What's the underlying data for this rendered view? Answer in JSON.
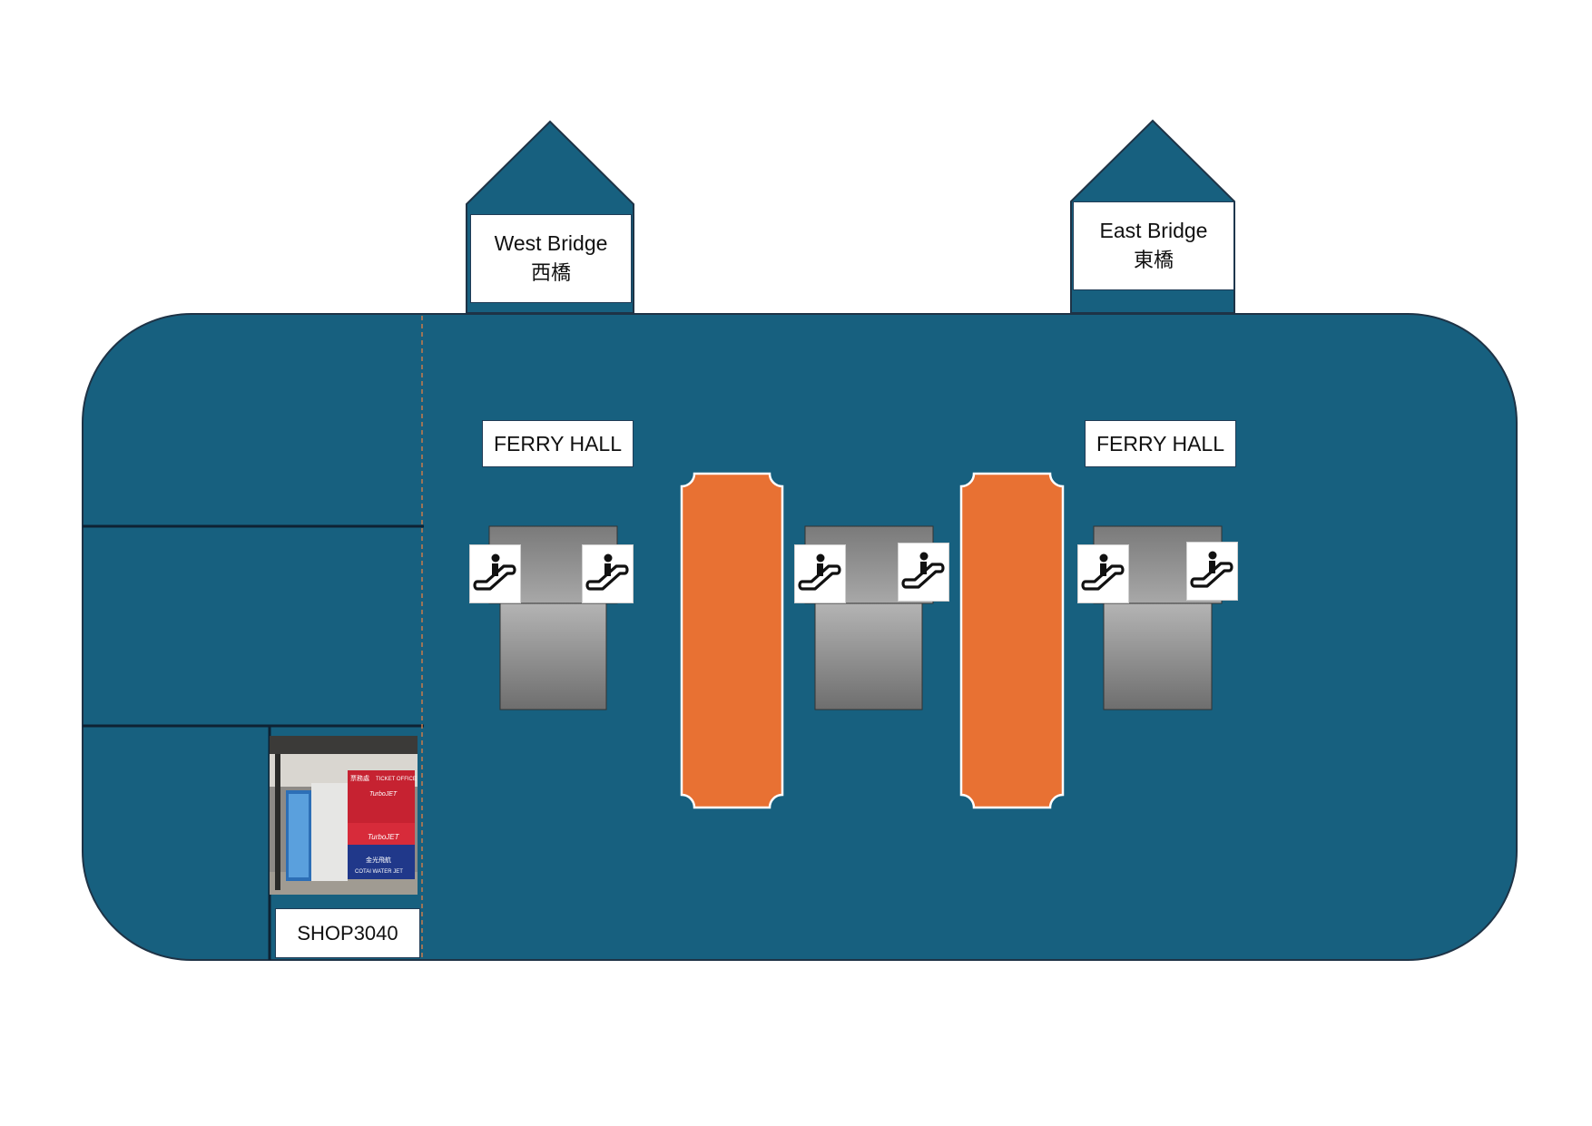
{
  "colors": {
    "floor": "#17607f",
    "floor_outline": "#1e3346",
    "pillar": "#e87133",
    "escalator_dark": "#7a7a7a",
    "escalator_light": "#b4b4b4",
    "label_bg": "#ffffff",
    "divider": "#0e2233",
    "dashed_line": "#c87b4a"
  },
  "bridges": [
    {
      "name_en": "West Bridge",
      "name_zh": "西橋"
    },
    {
      "name_en": "East Bridge",
      "name_zh": "東橋"
    }
  ],
  "halls": [
    {
      "label": "FERRY HALL"
    },
    {
      "label": "FERRY HALL"
    }
  ],
  "escalator_icon": "escalator-icon",
  "shop": {
    "label": "SHOP3040",
    "photo_signs": {
      "zh_ticket": "票務處",
      "en_ticket": "TICKET OFFICE",
      "brand1": "TurboJET",
      "brand2": "TurboJET",
      "zh_cotai": "金光飛航",
      "en_cotai": "COTAI WATER JET"
    }
  }
}
